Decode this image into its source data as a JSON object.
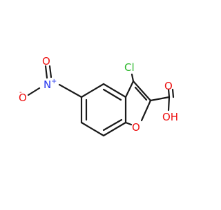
{
  "molecule": {
    "atoms": {
      "cl": {
        "label": "Cl",
        "color": "#2db82d"
      },
      "o_ring": {
        "label": "O",
        "color": "#ee1111"
      },
      "o_carbonyl": {
        "label": "O",
        "color": "#ee1111"
      },
      "oh": {
        "label": "OH",
        "color": "#ee1111"
      },
      "n_nitro": {
        "label": "N",
        "charge": "+",
        "color": "#2233ee"
      },
      "o_nitro_top": {
        "label": "O",
        "color": "#ee1111"
      },
      "o_nitro_left": {
        "label": "O",
        "charge": "-",
        "color": "#ee1111"
      }
    },
    "bond_color": "#1a1a1a"
  }
}
